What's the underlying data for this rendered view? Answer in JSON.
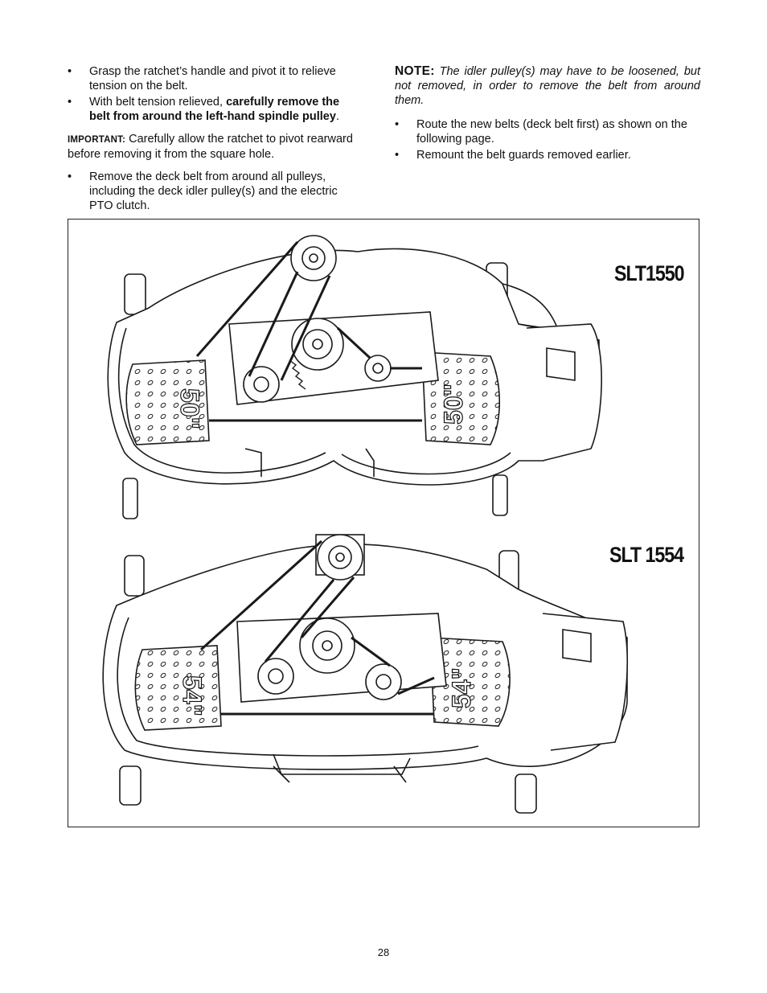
{
  "left_column": {
    "bullet_1": "Grasp the ratchet’s handle and pivot it to relieve tension on the belt.",
    "bullet_2_prefix": "With belt tension relieved, ",
    "bullet_2_bold": "carefully remove the belt from around the left-hand spindle pulley",
    "bullet_2_suffix": ".",
    "important_label": "IMPORTANT:",
    "important_text": " Carefully allow the ratchet to pivot rearward before removing it from the square hole.",
    "bullet_3": "Remove the deck belt from around all pulleys, including the deck idler pulley(s) and the electric PTO clutch."
  },
  "right_column": {
    "note_label": "NOTE:",
    "note_text": " The idler pulley(s) may have to be loosened, but not removed, in order to remove the belt from around them.",
    "bullet_1": "Route the new belts (deck belt first) as shown on the following page.",
    "bullet_2": "Remount the belt guards removed earlier."
  },
  "bullet_symbol": "•",
  "figure": {
    "model_1": "SLT1550",
    "model_2": "SLT 1554",
    "deck_1_marking": "50\"",
    "deck_2_marking": "54\""
  },
  "page_number": "28"
}
